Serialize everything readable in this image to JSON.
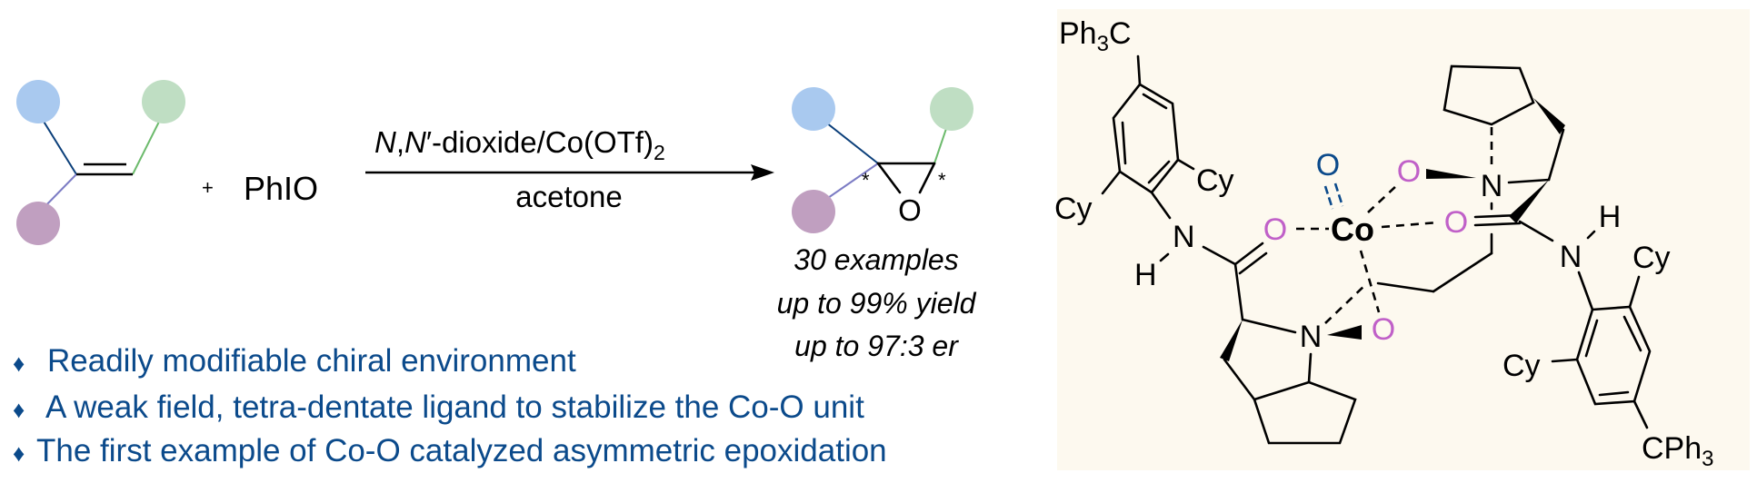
{
  "reaction": {
    "plus": "+",
    "reagent": "PhIO",
    "conditions_parts": [
      "N",
      ",",
      "N",
      "′-dioxide/Co(OTf)",
      "2"
    ],
    "solvent": "acetone",
    "stereo_mark": "*",
    "epoxide_oxygen": "O"
  },
  "results": [
    "30 examples",
    "up to 99% yield",
    "up to 97:3 er"
  ],
  "bullets": {
    "marker": "♦",
    "items": [
      "Readily modifiable chiral environment",
      "A weak field, tetra-dentate ligand to stabilize the Co-O unit",
      "The first example of Co-O catalyzed asymmetric epoxidation"
    ]
  },
  "structure": {
    "ph3c": [
      "Ph",
      "3",
      "C"
    ],
    "cph3": [
      "CPh",
      "3"
    ],
    "cy": "Cy",
    "n": "N",
    "h": "H",
    "o": "O",
    "co": "Co"
  },
  "colors": {
    "text_blue": "#0b4a8b",
    "oxygen_pink": "#c060c8",
    "substituent_blue": "#a9c9ef",
    "substituent_green": "#bfdec3",
    "substituent_purple": "#c09fc0",
    "panel_bg": "#fdf9ef"
  }
}
